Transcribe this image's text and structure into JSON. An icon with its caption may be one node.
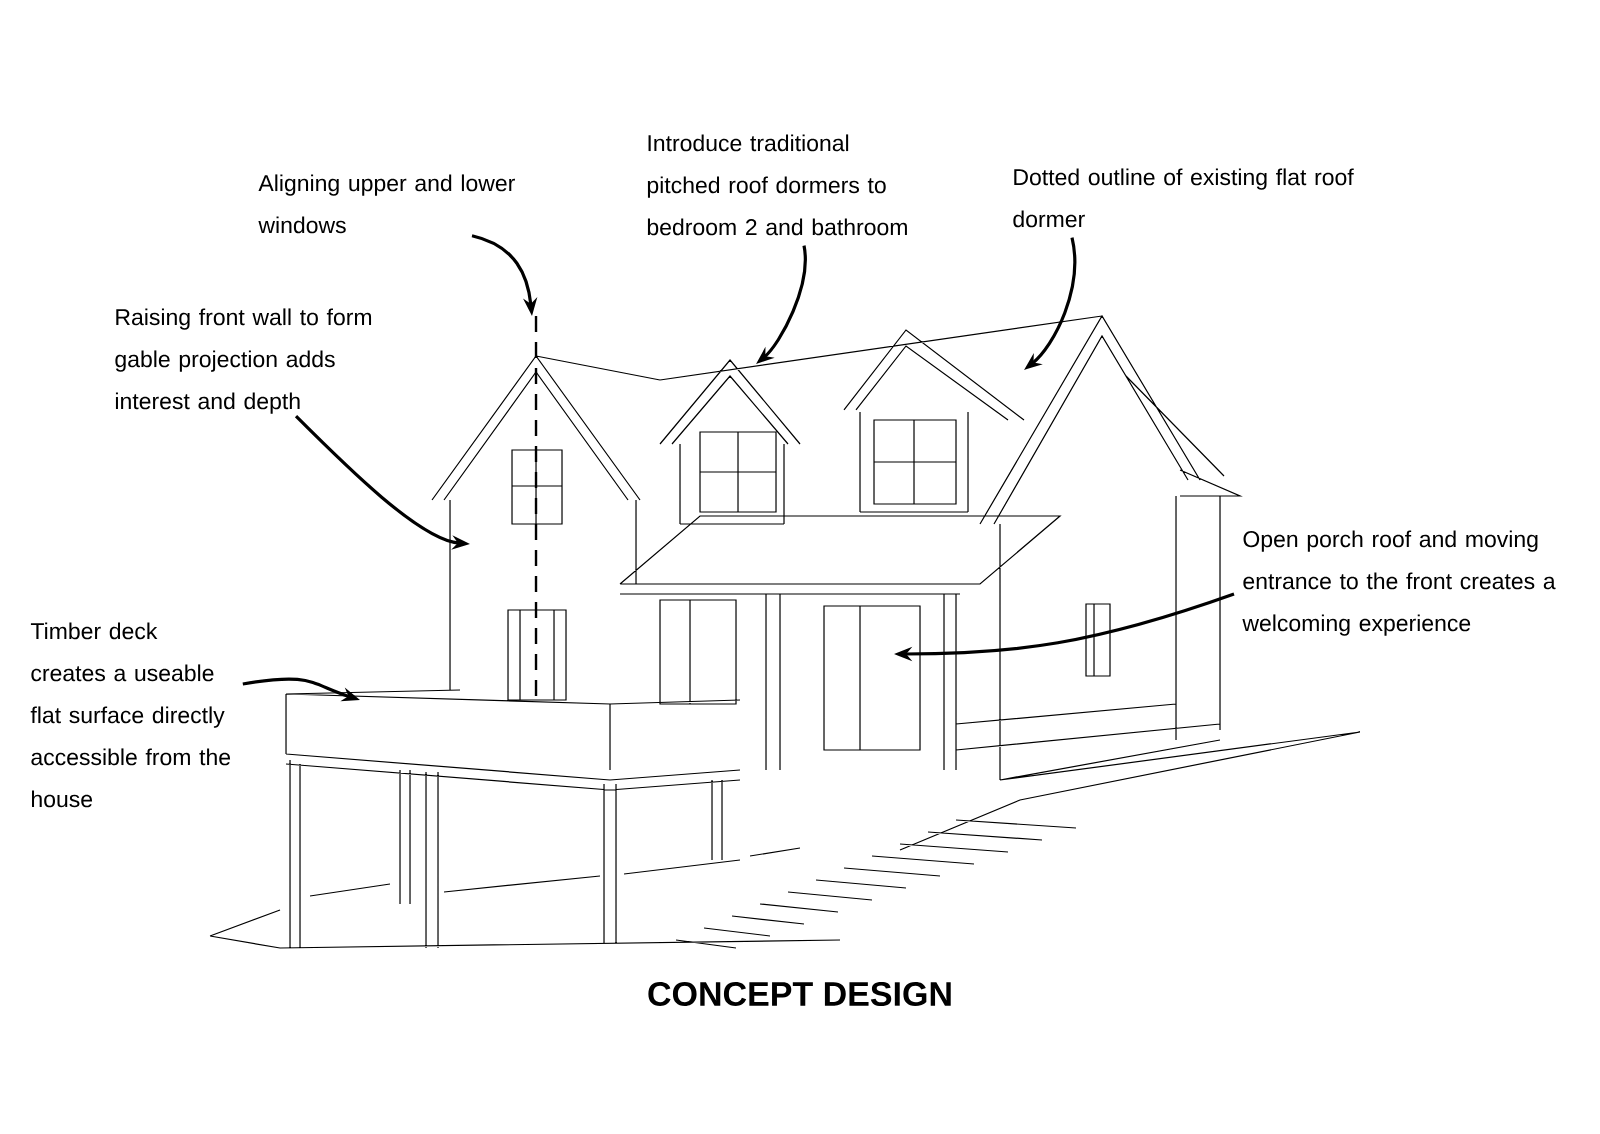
{
  "diagram": {
    "caption": "CONCEPT DESIGN",
    "nodes": [
      {
        "text": [
          "Aligning upper and lower windows"
        ]
      },
      {
        "text": [
          "Introduce traditional pitched roof dormers to bedroom 2 and bathroom"
        ]
      },
      {
        "text": [
          "Dotted outline of existing flat roof dormer"
        ]
      },
      {
        "text": [
          "Raising front wall to form gable projection adds interest and depth"
        ]
      },
      {
        "text": [
          "Timber deck creates a useable flat surface directly accessible from the house"
        ]
      },
      {
        "text": [
          "Open porch roof and moving entrance to the front creates a welcoming experience"
        ]
      }
    ],
    "edges": [
      {
        "from": 0,
        "to": null,
        "arrow": "to"
      },
      {
        "from": 1,
        "to": null,
        "arrow": "to"
      },
      {
        "from": 2,
        "to": null,
        "arrow": "to"
      },
      {
        "from": 3,
        "to": null,
        "arrow": "to"
      },
      {
        "from": 4,
        "to": null,
        "arrow": "to"
      },
      {
        "from": 5,
        "to": null,
        "arrow": "to"
      }
    ]
  }
}
